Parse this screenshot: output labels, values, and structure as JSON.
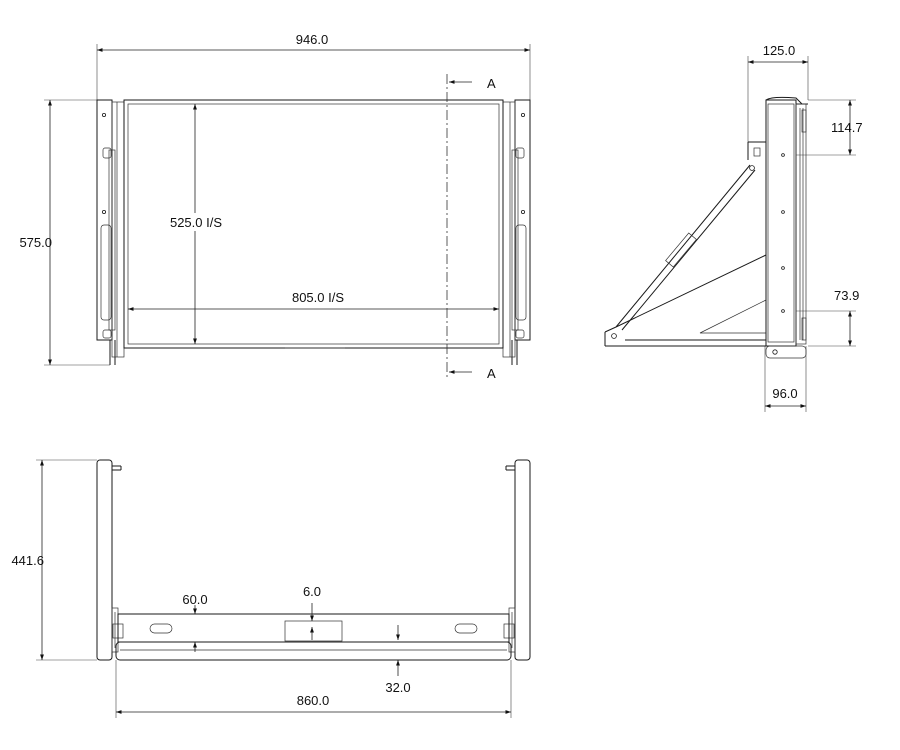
{
  "front_view": {
    "overall_width": "946.0",
    "overall_height": "575.0",
    "inner_height": "525.0 I/S",
    "inner_width": "805.0 I/S",
    "section_label_top": "A",
    "section_label_bottom": "A"
  },
  "side_view": {
    "depth_top": "125.0",
    "top_offset": "114.7",
    "bottom_offset": "73.9",
    "depth_bottom": "96.0"
  },
  "top_view": {
    "overall_depth": "441.6",
    "bracket_height": "60.0",
    "slot_height": "6.0",
    "lower_gap": "32.0",
    "overall_width": "860.0"
  }
}
